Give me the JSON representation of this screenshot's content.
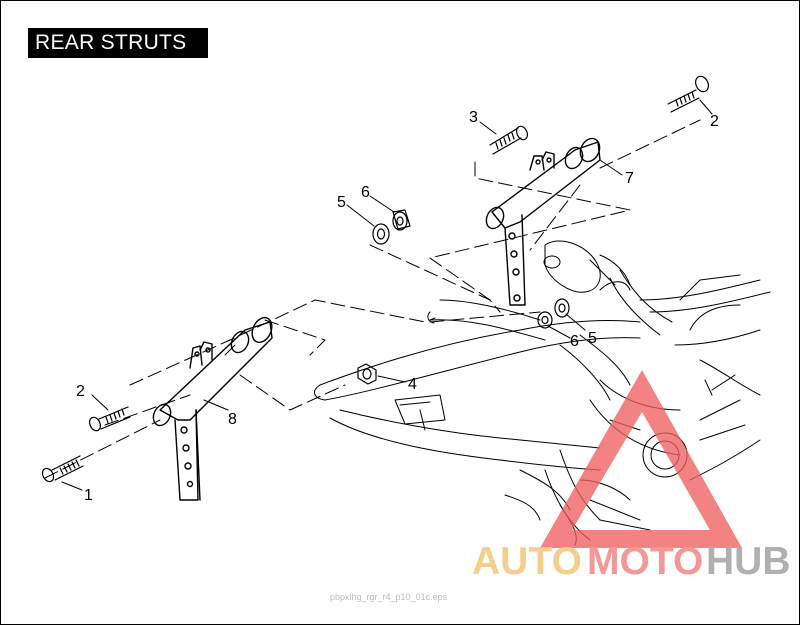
{
  "title": "REAR STRUTS",
  "callouts": [
    {
      "id": "1",
      "text": "1"
    },
    {
      "id": "2a",
      "text": "2"
    },
    {
      "id": "2b",
      "text": "2"
    },
    {
      "id": "3",
      "text": "3"
    },
    {
      "id": "4",
      "text": "4"
    },
    {
      "id": "5a",
      "text": "5"
    },
    {
      "id": "5b",
      "text": "5"
    },
    {
      "id": "6a",
      "text": "6"
    },
    {
      "id": "6b",
      "text": "6"
    },
    {
      "id": "7",
      "text": "7"
    },
    {
      "id": "8",
      "text": "8"
    }
  ],
  "watermark": {
    "part1": "AUTO",
    "part2": "MOTO",
    "part3": "HUB",
    "color1": "#f2c26b",
    "color2": "#f27a7a",
    "color3": "#9a9a9a",
    "triangle_color": "#f06060"
  },
  "image_stamp": "pbpxlhg_rgr_r4_p10_01c.eps"
}
